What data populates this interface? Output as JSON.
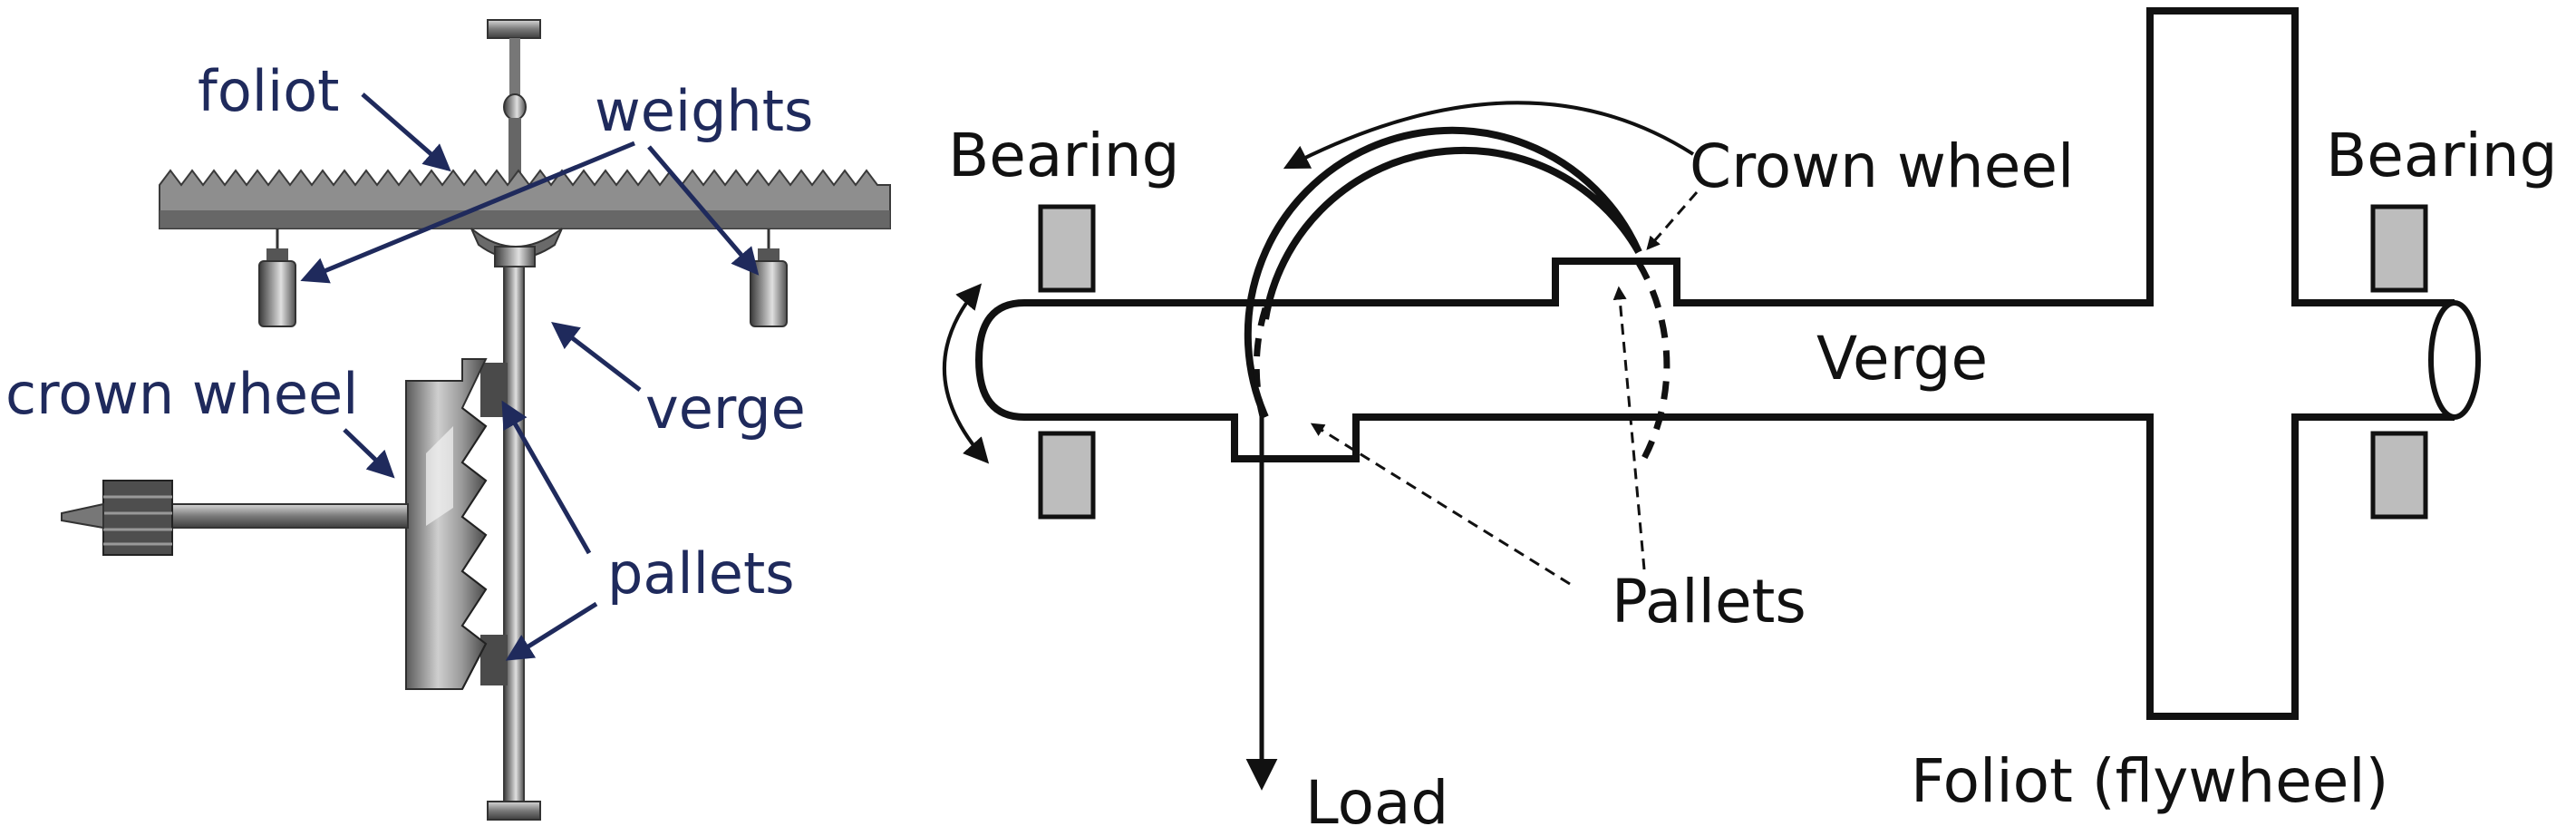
{
  "colors": {
    "left_label": "#1f2a5c",
    "ink": "#111111",
    "bearing_fill": "#bdbdbd",
    "etch_dark": "#4a4a4a",
    "etch_mid": "#8a8a8a",
    "etch_light": "#d4d4d4"
  },
  "left_panel": {
    "labels": {
      "foliot": "foliot",
      "weights": "weights",
      "crown_wheel": "crown wheel",
      "verge": "verge",
      "pallets": "pallets"
    }
  },
  "right_panel": {
    "labels": {
      "bearing_left": "Bearing",
      "bearing_right": "Bearing",
      "crown_wheel": "Crown wheel",
      "verge": "Verge",
      "pallets": "Pallets",
      "load": "Load",
      "foliot": "Foliot (flywheel)"
    }
  }
}
